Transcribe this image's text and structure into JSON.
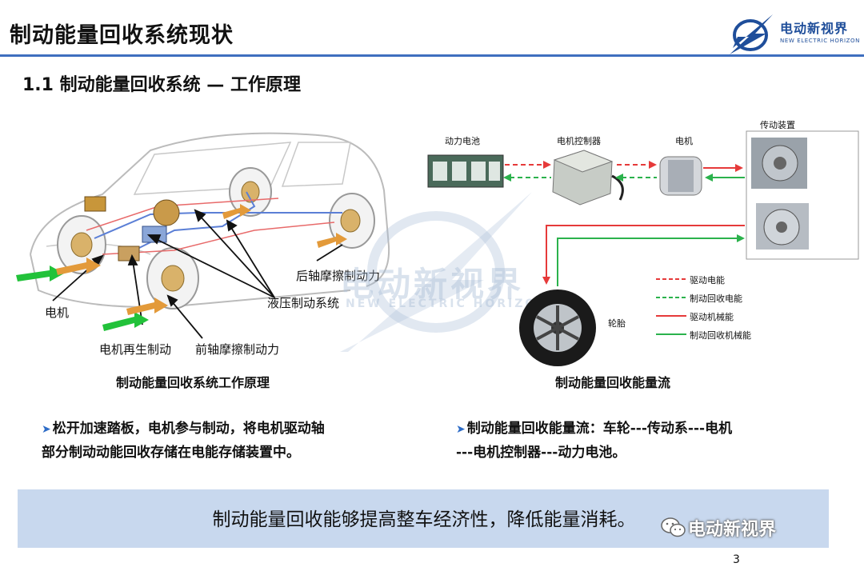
{
  "header": {
    "title": "制动能量回收系统现状",
    "logo_cn": "电动新视界",
    "logo_en": "NEW ELECTRIC HORIZON"
  },
  "section": {
    "title": "1.1 制动能量回收系统 — 工作原理"
  },
  "left_diagram": {
    "labels": {
      "rear_friction": "后轴摩擦制动力",
      "hydraulic": "液压制动系统",
      "motor": "电机",
      "motor_regen": "电机再生制动",
      "front_friction": "前轴摩擦制动力"
    },
    "caption": "制动能量回收系统工作原理"
  },
  "right_diagram": {
    "labels": {
      "battery": "动力电池",
      "controller": "电机控制器",
      "motor": "电机",
      "transmission": "传动装置",
      "tire": "轮胎"
    },
    "legend": [
      {
        "label": "驱动电能",
        "color": "#e63a3a",
        "style": "dashed"
      },
      {
        "label": "制动回收电能",
        "color": "#2bb24c",
        "style": "dashed"
      },
      {
        "label": "驱动机械能",
        "color": "#e63a3a",
        "style": "solid"
      },
      {
        "label": "制动回收机械能",
        "color": "#2bb24c",
        "style": "solid"
      }
    ],
    "caption": "制动能量回收能量流"
  },
  "watermark": {
    "cn": "电动新视界",
    "en": "NEW ELECTRIC HORIZON"
  },
  "bullets": {
    "left": {
      "line1": "松开加速踏板，电机参与制动，将电机驱动轴",
      "line2": "部分制动动能回收存储在电能存储装置中。"
    },
    "right": {
      "line1": "制动能量回收能量流：车轮---传动系---电机",
      "line2": "---电机控制器---动力电池。"
    }
  },
  "summary": {
    "text": "制动能量回收能够提高整车经济性，降低能量消耗。"
  },
  "wechat_mark": "电动新视界",
  "page_number": "3"
}
